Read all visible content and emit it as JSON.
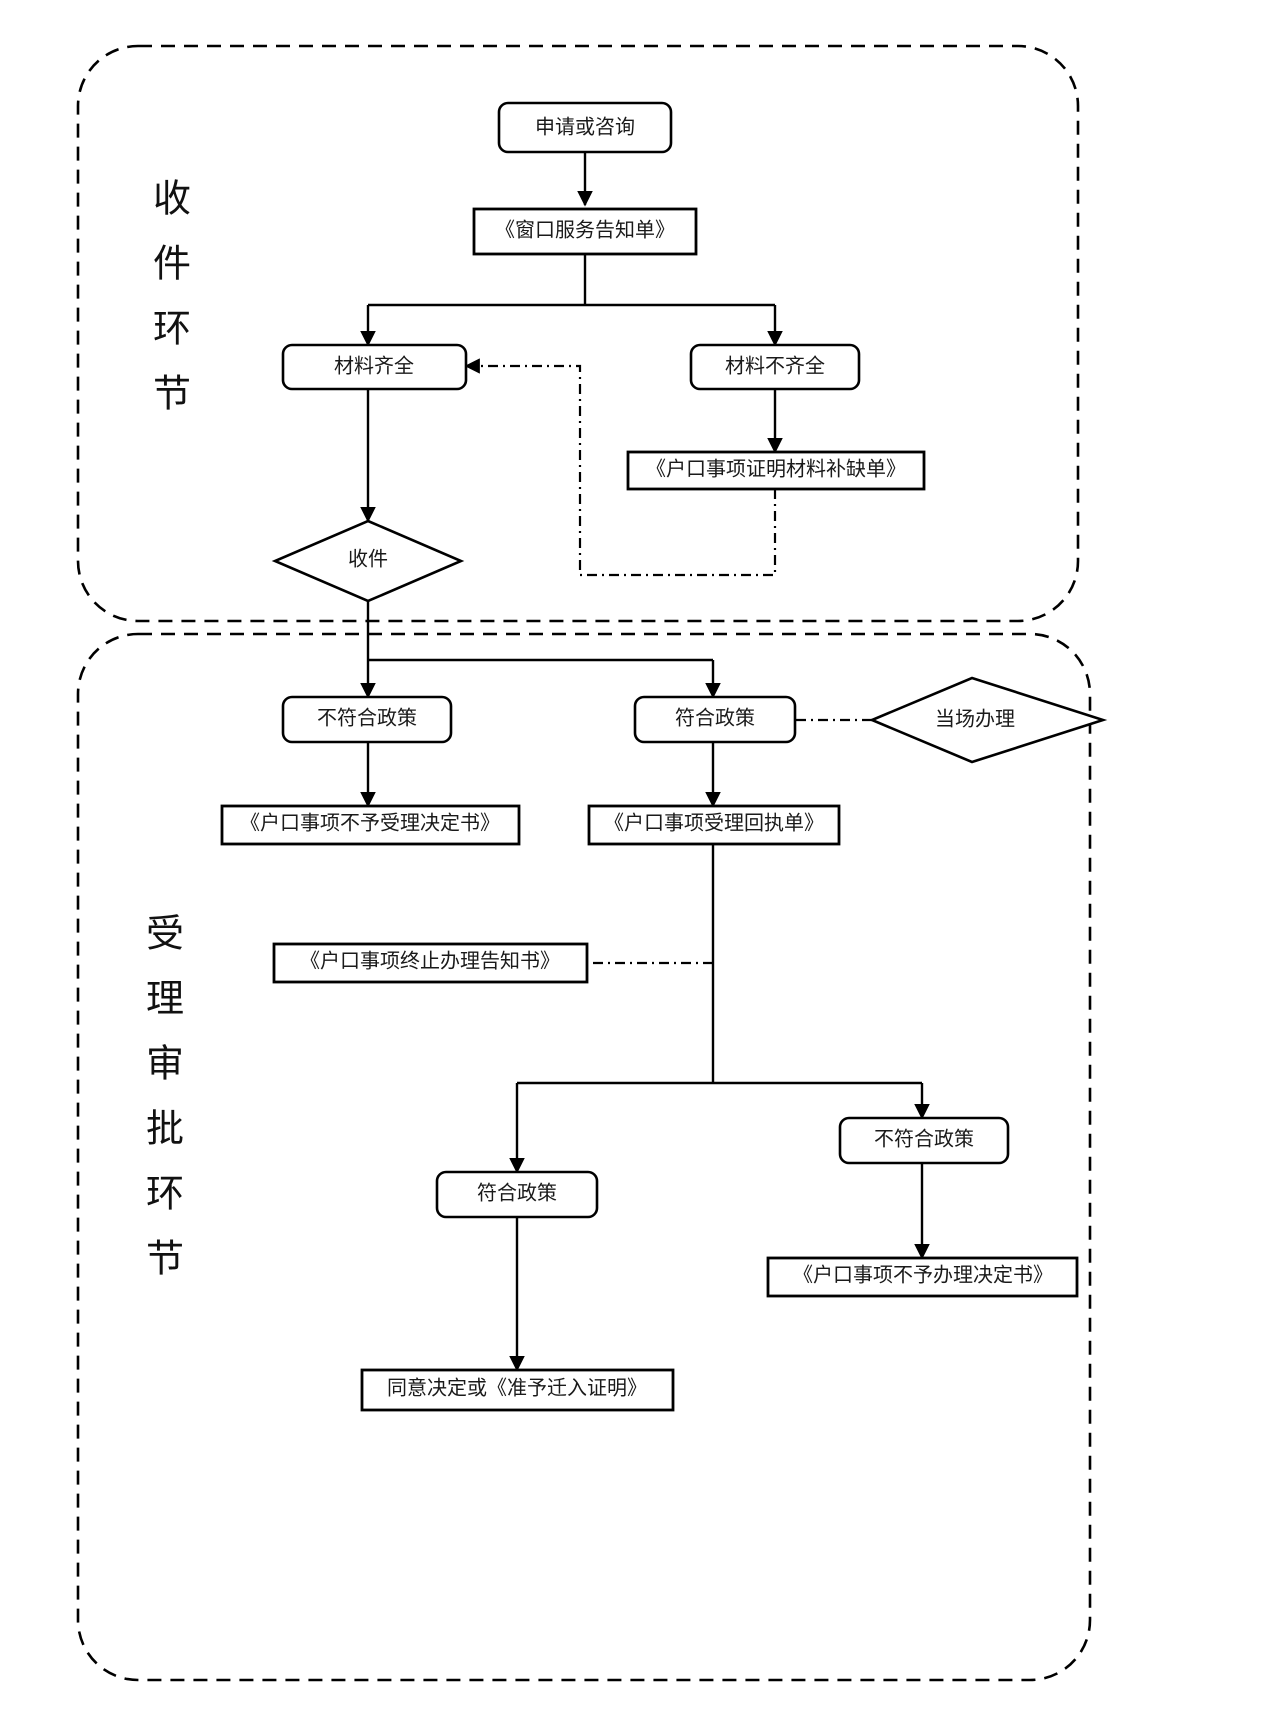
{
  "diagram": {
    "title_present": false,
    "stages": [
      {
        "id": "stage-intake",
        "label": "收件环节",
        "chars": [
          "收",
          "件",
          "环",
          "节"
        ]
      },
      {
        "id": "stage-review",
        "label": "受理审批环节",
        "chars": [
          "受",
          "理",
          "审",
          "批",
          "环",
          "节"
        ]
      }
    ],
    "nodes": [
      {
        "id": "n1",
        "label": "申请或咨询",
        "shape": "rounded",
        "stage": "stage-intake"
      },
      {
        "id": "n2",
        "label": "《窗口服务告知单》",
        "shape": "rect",
        "stage": "stage-intake"
      },
      {
        "id": "n3",
        "label": "材料齐全",
        "shape": "rounded",
        "stage": "stage-intake"
      },
      {
        "id": "n4",
        "label": "材料不齐全",
        "shape": "rounded",
        "stage": "stage-intake"
      },
      {
        "id": "n5",
        "label": "《户口事项证明材料补缺单》",
        "shape": "rect",
        "stage": "stage-intake"
      },
      {
        "id": "n6",
        "label": "收件",
        "shape": "diamond",
        "stage": "stage-intake"
      },
      {
        "id": "n7",
        "label": "不符合政策",
        "shape": "rounded",
        "stage": "stage-review"
      },
      {
        "id": "n8",
        "label": "符合政策",
        "shape": "rounded",
        "stage": "stage-review"
      },
      {
        "id": "n9",
        "label": "当场办理",
        "shape": "diamond",
        "stage": "stage-review"
      },
      {
        "id": "n10",
        "label": "《户口事项不予受理决定书》",
        "shape": "rect",
        "stage": "stage-review"
      },
      {
        "id": "n11",
        "label": "《户口事项受理回执单》",
        "shape": "rect",
        "stage": "stage-review"
      },
      {
        "id": "n12",
        "label": "《户口事项终止办理告知书》",
        "shape": "rect",
        "stage": "stage-review"
      },
      {
        "id": "n13",
        "label": "符合政策",
        "shape": "rounded",
        "stage": "stage-review"
      },
      {
        "id": "n14",
        "label": "不符合政策",
        "shape": "rounded",
        "stage": "stage-review"
      },
      {
        "id": "n15",
        "label": "《户口事项不予办理决定书》",
        "shape": "rect",
        "stage": "stage-review"
      },
      {
        "id": "n16",
        "label": "同意决定或《准予迁入证明》",
        "shape": "rect",
        "stage": "stage-review"
      }
    ],
    "edges": [
      {
        "from": "n1",
        "to": "n2",
        "style": "solid"
      },
      {
        "from": "n2",
        "to": "n3",
        "style": "solid"
      },
      {
        "from": "n2",
        "to": "n4",
        "style": "solid"
      },
      {
        "from": "n4",
        "to": "n5",
        "style": "solid"
      },
      {
        "from": "n5",
        "to": "n3",
        "style": "dash-dot"
      },
      {
        "from": "n3",
        "to": "n6",
        "style": "solid"
      },
      {
        "from": "n6",
        "to": "n7",
        "style": "solid"
      },
      {
        "from": "n6",
        "to": "n8",
        "style": "solid"
      },
      {
        "from": "n9",
        "to": "n8",
        "style": "dash-dot"
      },
      {
        "from": "n7",
        "to": "n10",
        "style": "solid"
      },
      {
        "from": "n8",
        "to": "n11",
        "style": "solid"
      },
      {
        "from": "n11",
        "to": "n12",
        "style": "dash-dot"
      },
      {
        "from": "n11",
        "to": "n13",
        "style": "solid"
      },
      {
        "from": "n11",
        "to": "n14",
        "style": "solid"
      },
      {
        "from": "n14",
        "to": "n15",
        "style": "solid"
      },
      {
        "from": "n13",
        "to": "n16",
        "style": "solid"
      }
    ],
    "colors": {
      "stroke": "#000000",
      "fill": "#ffffff",
      "text": "#1a1a1a"
    }
  }
}
